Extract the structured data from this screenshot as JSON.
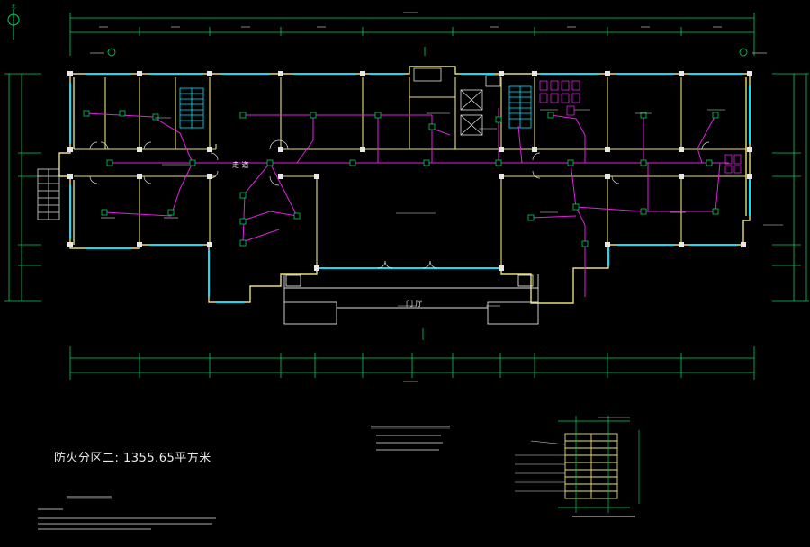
{
  "drawing": {
    "fire_zone_area": "防火分区二: 1355.65平方米",
    "corridor_label": "走 道",
    "hall_label": "门 厅",
    "colors": {
      "background": "#000000",
      "wall": "#e8e070",
      "window": "#00e5ff",
      "dimension": "#00d060",
      "wiring": "#e020e0",
      "text": "#e8e8e8"
    }
  }
}
